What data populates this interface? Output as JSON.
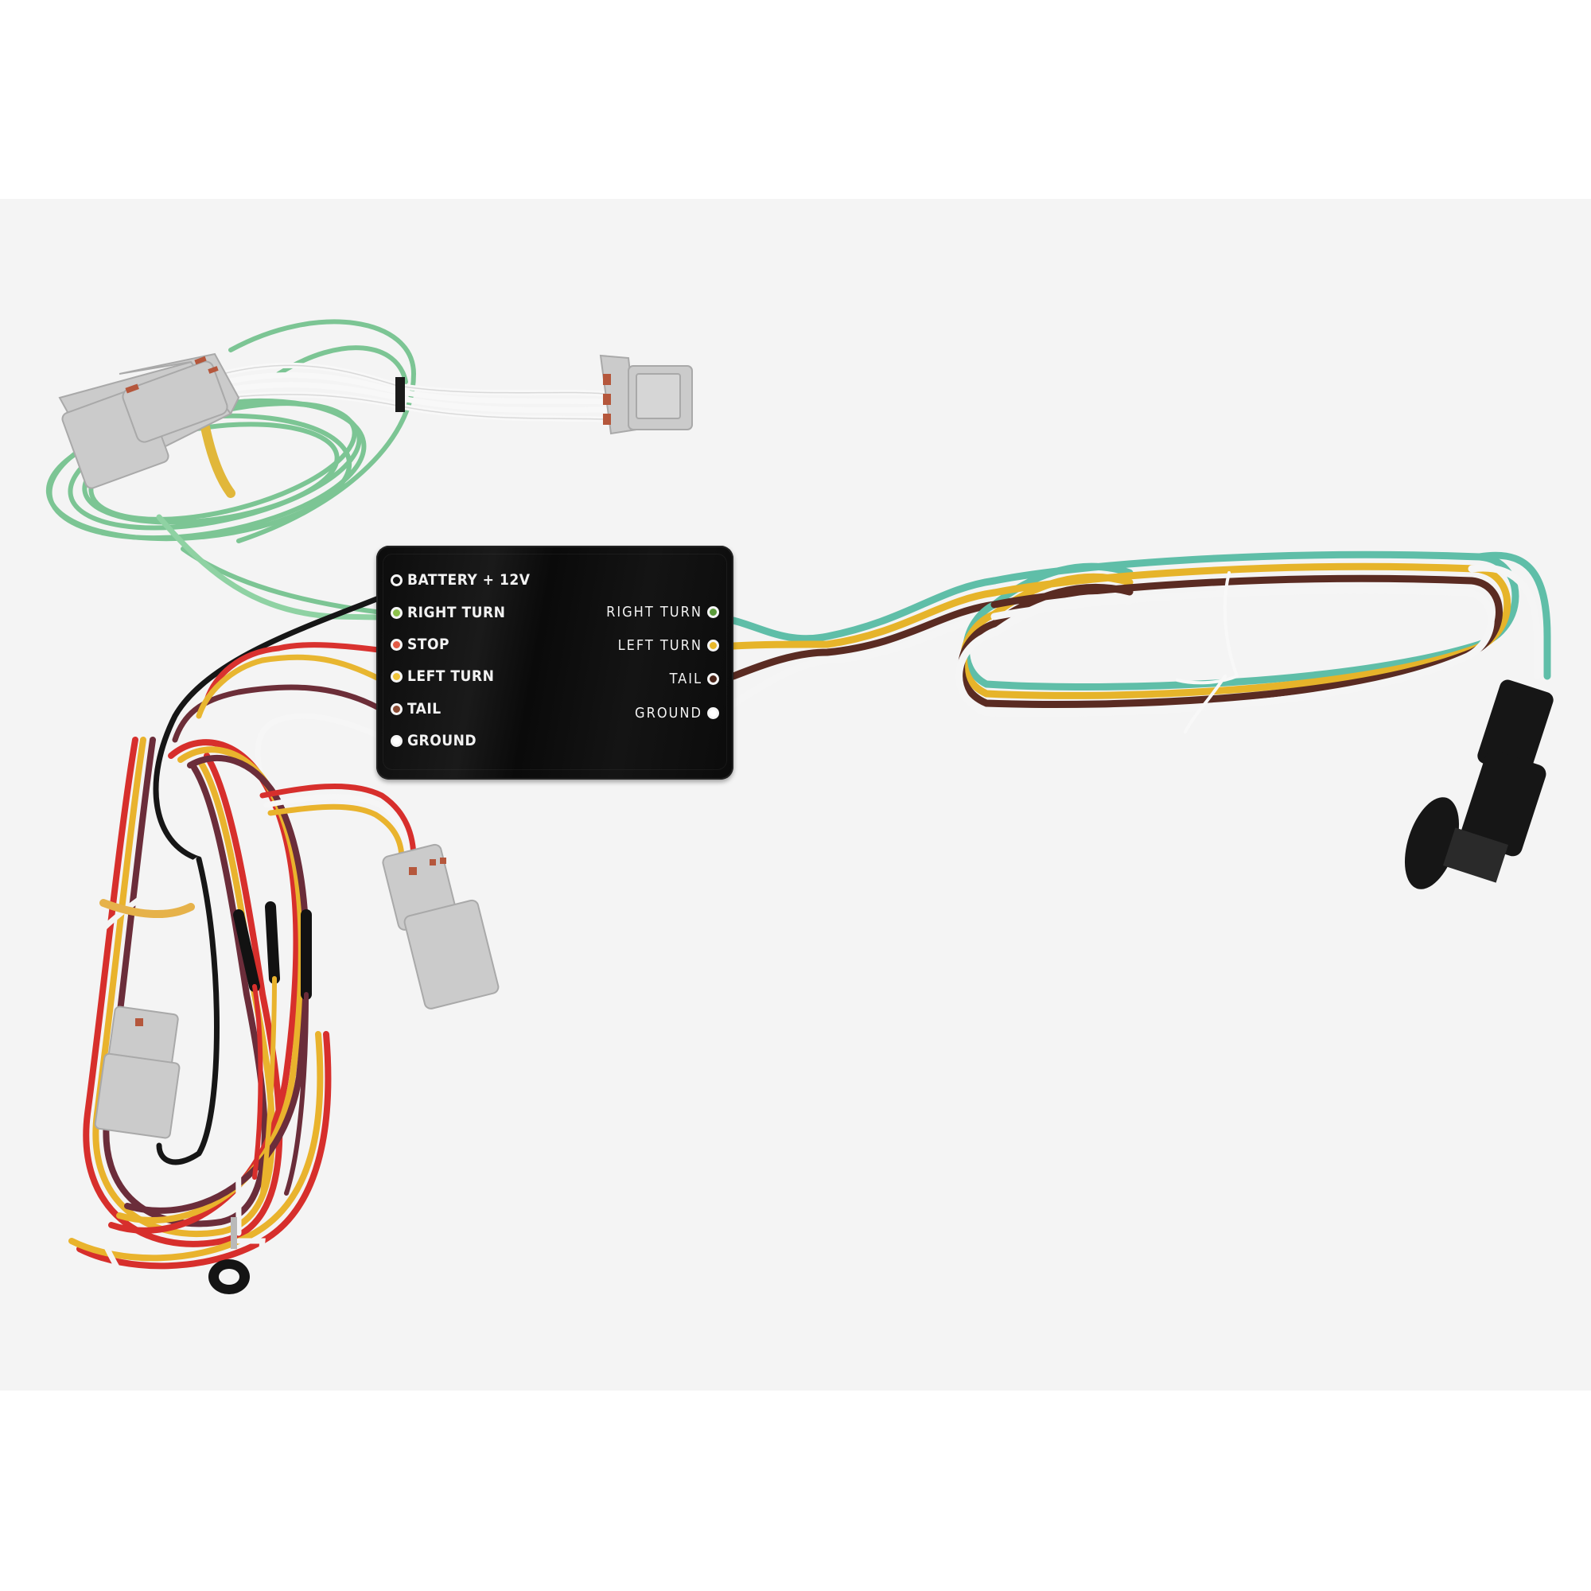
{
  "product": {
    "type": "trailer wiring harness with converter module",
    "colors": {
      "background_outer": "#ffffff",
      "background_photo": "#f4f4f4",
      "module_body": "#0f0f0f",
      "label_text": "#f2f2f2",
      "connector_gray": "#c9c9c9",
      "connector_latch": "#b8573a",
      "wire_green_light": "#7fc79a",
      "wire_teal": "#5fbfa8",
      "wire_yellow": "#e3b22a",
      "wire_brown": "#5a2b22",
      "wire_red": "#d8322e",
      "wire_maroon": "#6e2f3d",
      "wire_black": "#141414",
      "wire_white": "#f7f7f7"
    }
  },
  "module": {
    "left_labels": [
      {
        "text": "BATTERY + 12V",
        "led_color": "#111111",
        "led_name": "battery-led"
      },
      {
        "text": "RIGHT TURN",
        "led_color": "#8cc04a",
        "led_name": "right-turn-led"
      },
      {
        "text": "STOP",
        "led_color": "#e25a45",
        "led_name": "stop-led"
      },
      {
        "text": "LEFT TURN",
        "led_color": "#f0c53a",
        "led_name": "left-turn-led"
      },
      {
        "text": "TAIL",
        "led_color": "#8a4a33",
        "led_name": "tail-led"
      },
      {
        "text": "GROUND",
        "led_color": "#ffffff",
        "led_name": "ground-led"
      }
    ],
    "right_labels": [
      {
        "text": "RIGHT TURN",
        "led_color": "#5a9a3a",
        "led_name": "right-turn-out-led"
      },
      {
        "text": "LEFT TURN",
        "led_color": "#e8b82a",
        "led_name": "left-turn-out-led"
      },
      {
        "text": "TAIL",
        "led_color": "#4a2418",
        "led_name": "tail-out-led"
      },
      {
        "text": "GROUND",
        "led_color": "#ffffff",
        "led_name": "ground-out-led"
      }
    ]
  }
}
